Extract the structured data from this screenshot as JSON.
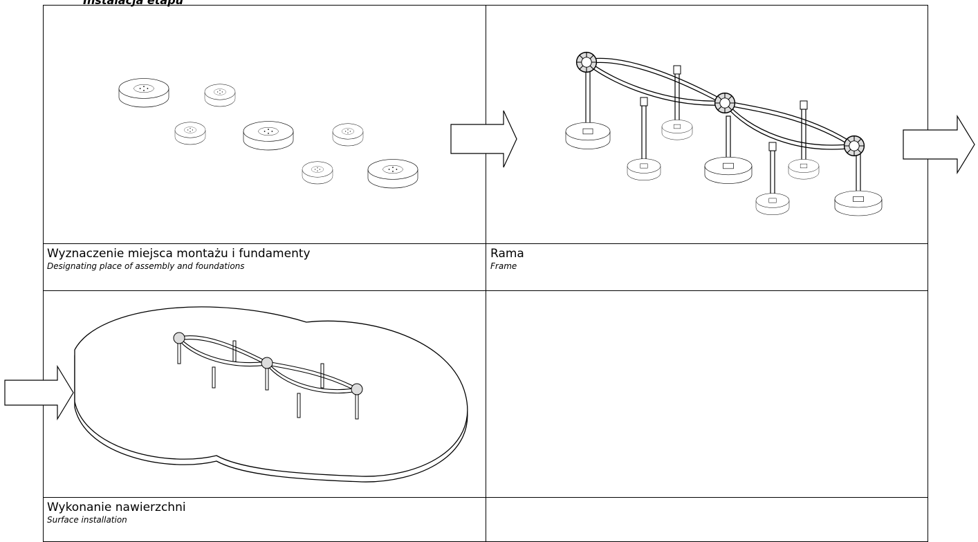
{
  "header": {
    "partial_title": "Instalacja etapu"
  },
  "cells": [
    {
      "caption_pl": "Wyznaczenie miejsca montażu i fundamenty",
      "caption_en": "Designating  place of assembly and foundations",
      "illustration": "foundations"
    },
    {
      "caption_pl": "Rama",
      "caption_en": "Frame",
      "illustration": "frame"
    },
    {
      "caption_pl": "Wykonanie nawierzchni",
      "caption_en": "Surface installation",
      "illustration": "surface"
    },
    {
      "caption_pl": "",
      "caption_en": "",
      "illustration": ""
    }
  ],
  "icons": [
    "arrow-right-icon",
    "arrow-right-icon",
    "arrow-right-icon"
  ]
}
